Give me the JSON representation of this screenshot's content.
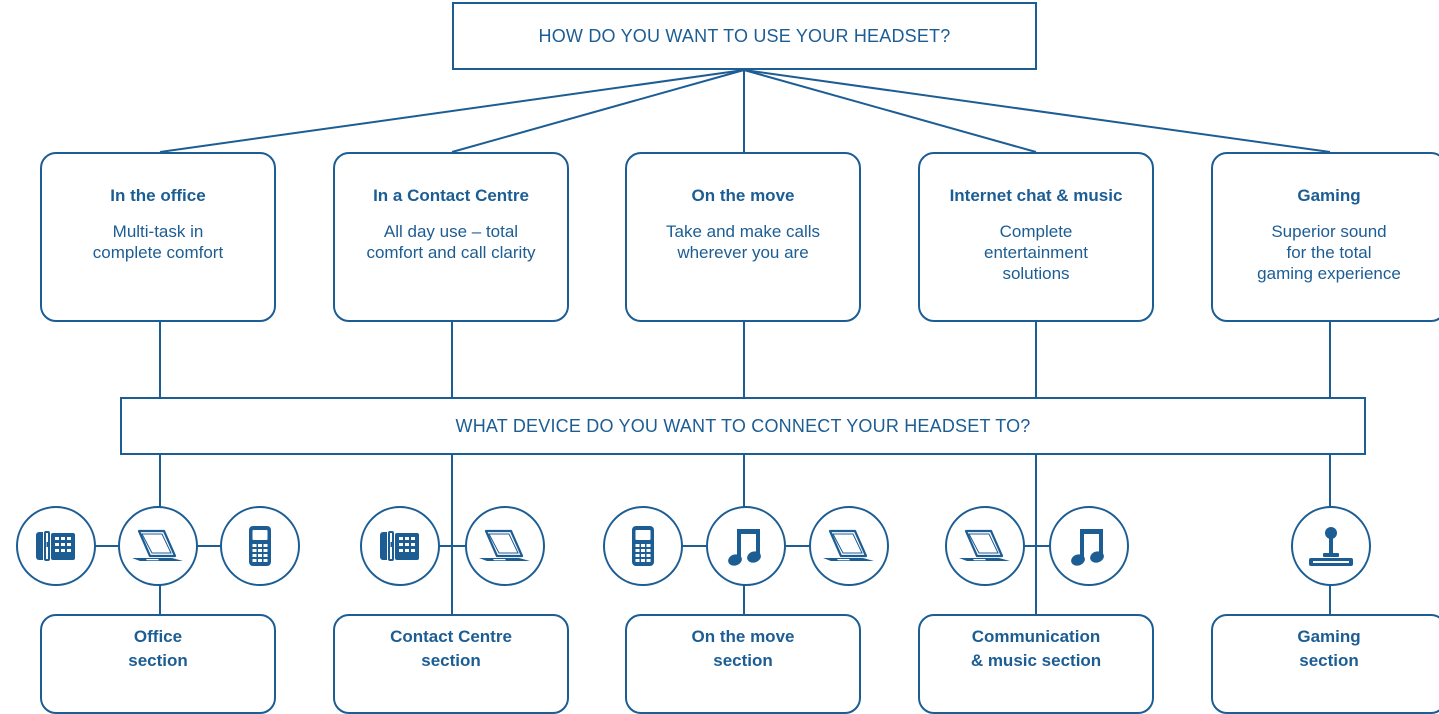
{
  "colors": {
    "primary": "#1c5d94",
    "background": "#ffffff"
  },
  "top_question": "HOW DO YOU WANT TO USE YOUR HEADSET?",
  "middle_question": "WHAT DEVICE DO YOU WANT TO CONNECT YOUR HEADSET TO?",
  "uses": [
    {
      "title": "In the office",
      "desc": [
        "Multi-task in",
        "complete comfort"
      ]
    },
    {
      "title": "In a Contact Centre",
      "desc": [
        "All day use – total",
        "comfort and call clarity"
      ]
    },
    {
      "title": "On the move",
      "desc": [
        "Take and make calls",
        "wherever you are"
      ]
    },
    {
      "title": "Internet chat & music",
      "desc": [
        "Complete",
        "entertainment",
        "solutions"
      ]
    },
    {
      "title": "Gaming",
      "desc": [
        "Superior sound",
        "for the total",
        "gaming experience"
      ]
    }
  ],
  "devices": [
    [
      "desk-phone-icon",
      "laptop-icon",
      "mobile-phone-icon"
    ],
    [
      "desk-phone-icon",
      "laptop-icon"
    ],
    [
      "mobile-phone-icon",
      "music-note-icon",
      "laptop-icon"
    ],
    [
      "laptop-icon",
      "music-note-icon"
    ],
    [
      "joystick-icon"
    ]
  ],
  "sections": [
    [
      "Office",
      "section"
    ],
    [
      "Contact Centre",
      "section"
    ],
    [
      "On the move",
      "section"
    ],
    [
      "Communication",
      "& music section"
    ],
    [
      "Gaming",
      "section"
    ]
  ]
}
